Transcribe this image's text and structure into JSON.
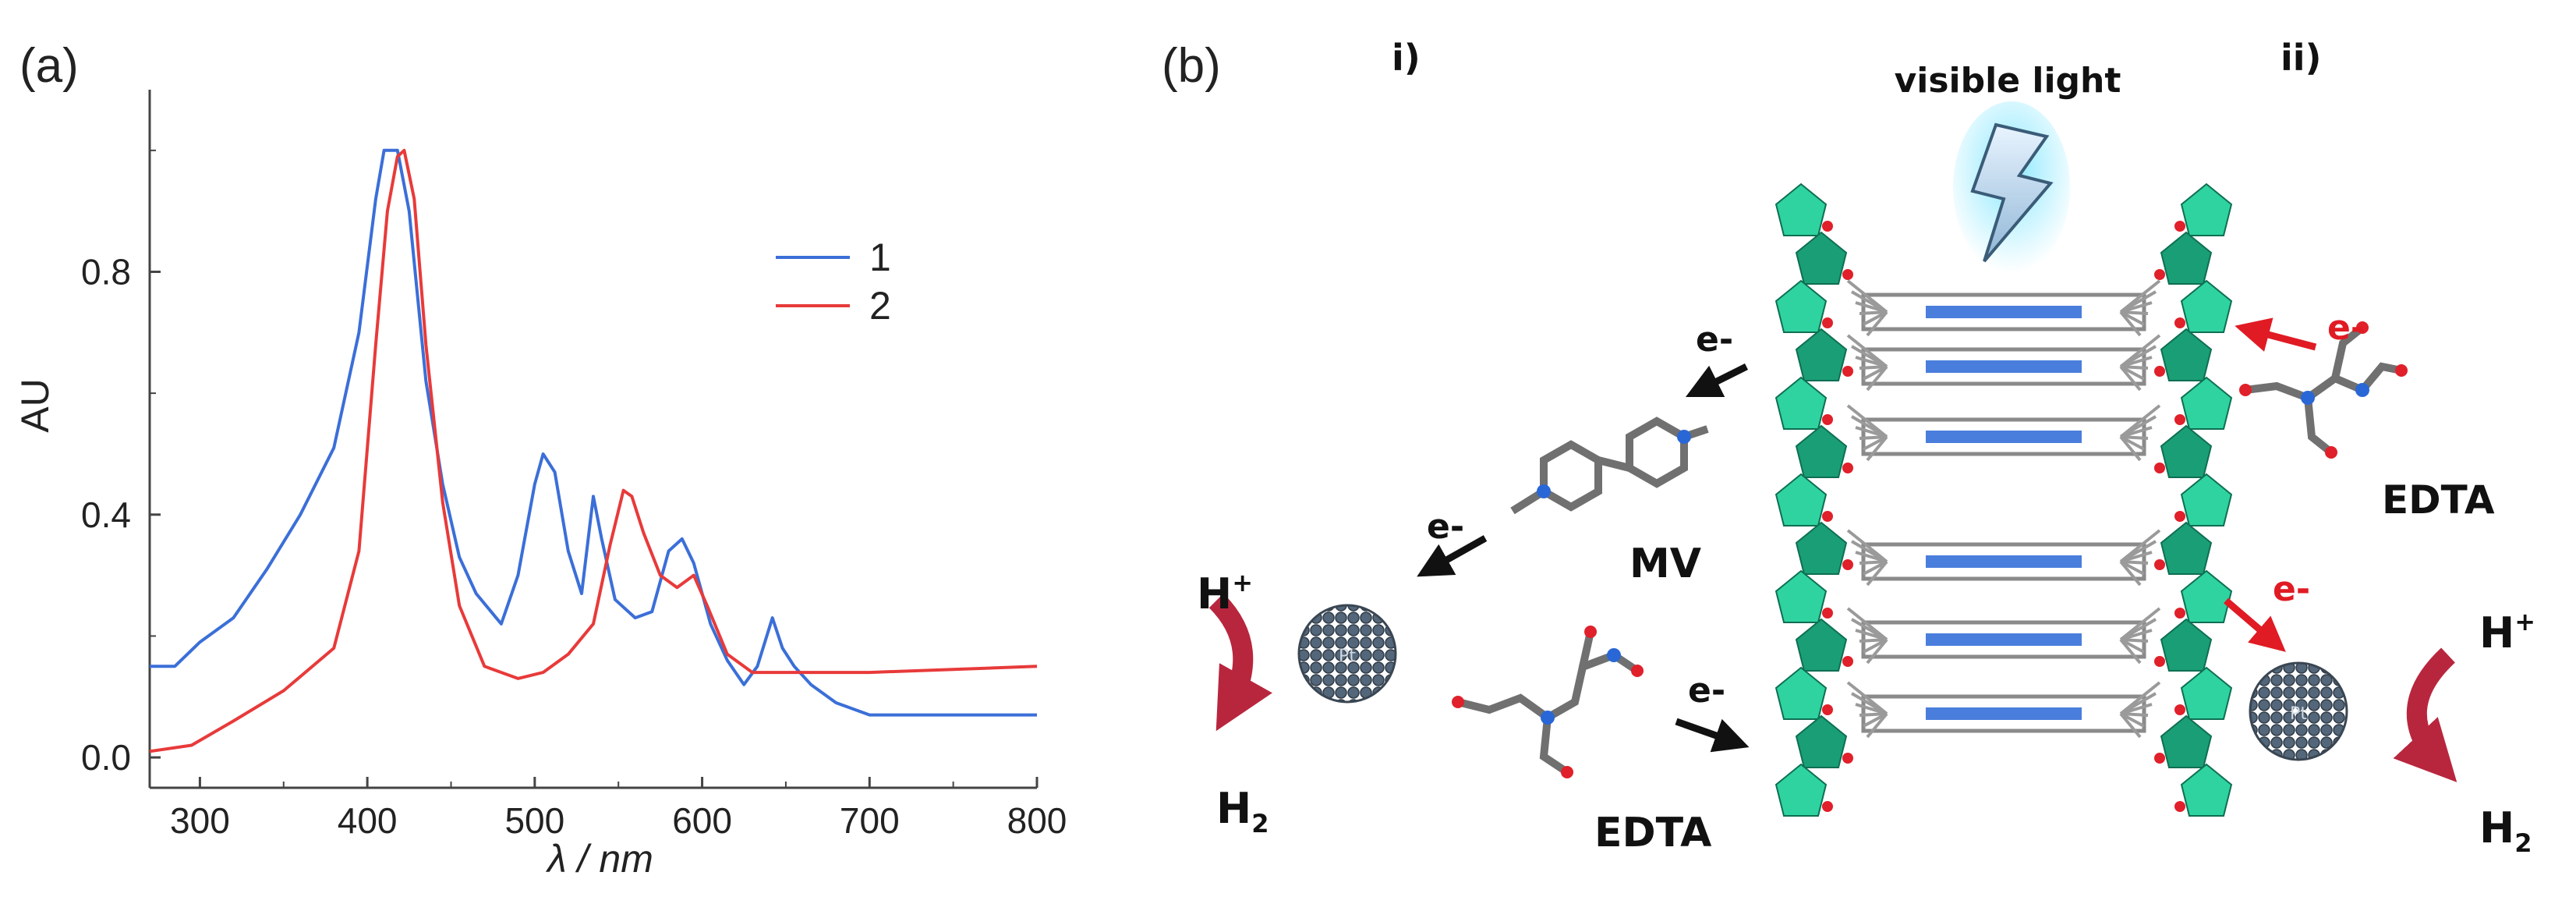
{
  "panel_a": {
    "label": "(a)",
    "chart_data": {
      "type": "line",
      "title": "",
      "xlabel": "λ / nm",
      "ylabel": "AU",
      "xlim": [
        270,
        800
      ],
      "ylim": [
        -0.05,
        1.1
      ],
      "x_ticks": [
        300,
        400,
        500,
        600,
        700,
        800
      ],
      "y_ticks": [
        0.0,
        0.4,
        0.8
      ],
      "x_tick_labels": [
        "300",
        "400",
        "500",
        "600",
        "700",
        "800"
      ],
      "y_tick_labels": [
        "0.0",
        "0.4",
        "0.8"
      ],
      "grid": false,
      "legend_position": "upper-right",
      "series": [
        {
          "name": "1",
          "color": "#3b6fd8",
          "points": [
            [
              270,
              0.15
            ],
            [
              285,
              0.15
            ],
            [
              300,
              0.19
            ],
            [
              320,
              0.23
            ],
            [
              340,
              0.31
            ],
            [
              360,
              0.4
            ],
            [
              380,
              0.51
            ],
            [
              395,
              0.7
            ],
            [
              405,
              0.92
            ],
            [
              410,
              1.0
            ],
            [
              418,
              1.0
            ],
            [
              425,
              0.9
            ],
            [
              435,
              0.62
            ],
            [
              445,
              0.45
            ],
            [
              455,
              0.33
            ],
            [
              465,
              0.27
            ],
            [
              480,
              0.22
            ],
            [
              490,
              0.3
            ],
            [
              500,
              0.45
            ],
            [
              505,
              0.5
            ],
            [
              512,
              0.47
            ],
            [
              520,
              0.34
            ],
            [
              528,
              0.27
            ],
            [
              535,
              0.43
            ],
            [
              540,
              0.36
            ],
            [
              548,
              0.26
            ],
            [
              560,
              0.23
            ],
            [
              570,
              0.24
            ],
            [
              580,
              0.34
            ],
            [
              588,
              0.36
            ],
            [
              595,
              0.32
            ],
            [
              605,
              0.22
            ],
            [
              615,
              0.16
            ],
            [
              625,
              0.12
            ],
            [
              633,
              0.15
            ],
            [
              642,
              0.23
            ],
            [
              648,
              0.18
            ],
            [
              655,
              0.15
            ],
            [
              665,
              0.12
            ],
            [
              680,
              0.09
            ],
            [
              700,
              0.07
            ],
            [
              750,
              0.07
            ],
            [
              800,
              0.07
            ]
          ]
        },
        {
          "name": "2",
          "color": "#e83a3a",
          "points": [
            [
              270,
              0.01
            ],
            [
              295,
              0.02
            ],
            [
              320,
              0.06
            ],
            [
              350,
              0.11
            ],
            [
              380,
              0.18
            ],
            [
              395,
              0.34
            ],
            [
              405,
              0.68
            ],
            [
              412,
              0.9
            ],
            [
              418,
              0.99
            ],
            [
              422,
              1.0
            ],
            [
              428,
              0.92
            ],
            [
              435,
              0.68
            ],
            [
              445,
              0.42
            ],
            [
              455,
              0.25
            ],
            [
              470,
              0.15
            ],
            [
              490,
              0.13
            ],
            [
              505,
              0.14
            ],
            [
              520,
              0.17
            ],
            [
              535,
              0.22
            ],
            [
              545,
              0.35
            ],
            [
              553,
              0.44
            ],
            [
              558,
              0.43
            ],
            [
              565,
              0.37
            ],
            [
              575,
              0.3
            ],
            [
              585,
              0.28
            ],
            [
              595,
              0.3
            ],
            [
              603,
              0.25
            ],
            [
              615,
              0.17
            ],
            [
              630,
              0.14
            ],
            [
              660,
              0.14
            ],
            [
              700,
              0.14
            ],
            [
              750,
              0.145
            ],
            [
              800,
              0.15
            ]
          ]
        }
      ]
    }
  },
  "panel_b": {
    "label": "(b)",
    "section_i": "i)",
    "section_ii": "ii)",
    "light_label": "visible light",
    "electron_label": "e-",
    "mv_label": "MV",
    "edta_label": "EDTA",
    "h_plus": "H",
    "h_plus_sup": "+",
    "h2": "H",
    "h2_sub": "2",
    "pt_label": "Pt",
    "colors": {
      "framework_green": "#2fd3a0",
      "framework_dark_green": "#1a9e76",
      "porphyrin_blue": "#2a67d6",
      "oxygen_red": "#e0202a",
      "catalyst_gray": "#48586a",
      "arrow_maroon": "#b8263e",
      "red_arrow": "#e01b24"
    }
  }
}
